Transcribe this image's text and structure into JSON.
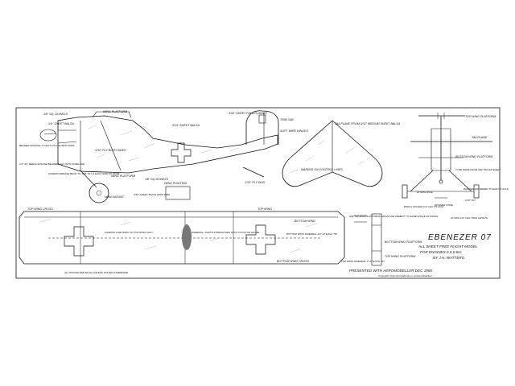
{
  "document": {
    "title": "EBENEZER 07",
    "subtitle_lines": [
      "ALL SHEET FREE FLIGHT MODEL",
      "FOR ENGINES 0.3-0.5cc",
      "BY J.H. WATTERS."
    ],
    "presented_with": "PRESENTED WITH AEROMODELLER DEC 1965",
    "copyright": "Copyright: https://pensafunds.co.uk/AeroModeller/…",
    "footnote": "ALL WOODS ARE BALSA UNLESS STATED OTHERWISE"
  },
  "labels": {
    "wing_platform": "WING PLATFORM",
    "sheet_balsa_top": "1/8\" SQ. DOWELS",
    "sheet_balsa_quarter": "1/4\" SHEET BALSA",
    "sheet_balsa_fuselage": "3/16\" SHEET BALSA",
    "bearer_spacing": "BEARER SPACING TO SUIT 0.5cc ALLBON DART",
    "engine_bearers": "1/4\" SQ. BEECH ENGINE BEARERS LET INTO FUSELAGE",
    "ply_both_sides": "1/32\" PLY BOTH SIDES",
    "undercarriage": "UNDERCARRIAGE BEND TO 1/16\" PLY & EACH SIDE OF NOSE",
    "wing_platform_low": "WING PLATFORM",
    "dowels_low": "1/8\" SQ DOWELS",
    "fin_rudder": "3/32\" SHEET FIN & RUDDER",
    "trim_tab": "TRIM TAB",
    "soft_wire": "SOFT WIRE HINGES",
    "ply_skid": "1/16\" PLY SKID",
    "tailplane_sheet": "TAILPLANE FROM 3/32\" MEDIUM SHEET BALSA",
    "control_lines": "MARKED ON CONTROL LINES",
    "top_wing_platform": "TOP WING PLATFORM",
    "tailplane": "TAILPLANE",
    "bottom_wing_platform": "BOTTOM WING PLATFORM",
    "tyre": "TYRE MADE FROM 3/32\" BALSA SHEET",
    "washer": "WASHER SOLDERED TO END OF AXLE",
    "swg_axle": "20 SWG AXLE",
    "spinner": "SPINNER CONE",
    "wing_position": "WING POSITION",
    "sheet_wing_ribs": "3/32\" SHEET BALSA WING RIBS",
    "wing_mount": "WING MOUNT",
    "top_wing_cross": "TOP WING CROSS",
    "top_wing": "TOP WING",
    "bottom_wing": "BOTTOM WING",
    "aileron_line": "AILERON LINE MARK ON TOP WING ONLY.",
    "dihedral_joints": "DIHEDRAL JOINTS STRENGTHEN WITH NYLON OR GAUZE.",
    "bottom_wing_dihedral": "BOTTOM WING DIHEDRAL 3/4\" AT EACH TIP.",
    "bottom_wing_cross": "BOTTOM WING CROSS",
    "top_wing_dihedral": "TOP WING DIHEDRAL 3\" AT EACH TIP.",
    "struts": "3/32\"SQUARE PLATFORMS GRAIN AND CEMENT TO SAME ANGLE AS WINGS",
    "bottom_wing_platform_2": "BOTTOM WING PLATFORM",
    "top_wing_platform_2": "TOP WING PLATFORM",
    "bind_solder": "BIND & SOLDER U/C LEG TO AXLE",
    "swg_legs": "20 SWG U/C LEG TRUE LENGTH",
    "sheet_ply": "1/16\" PLY"
  },
  "colors": {
    "ink": "#111111",
    "paper": "#ffffff",
    "hatch": "#999999"
  }
}
